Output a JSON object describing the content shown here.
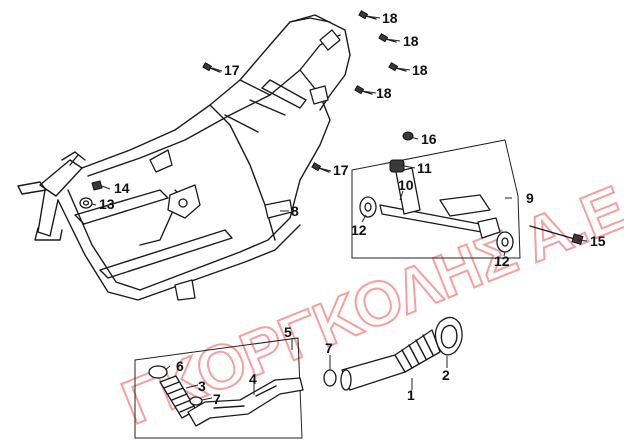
{
  "watermark": {
    "text": "ΓΚΟΡΓΚΟΛΗΣ Α.Ε.",
    "color": "#f04040"
  },
  "callouts": {
    "c1": "1",
    "c2": "2",
    "c3": "3",
    "c4": "4",
    "c5": "5",
    "c6": "6",
    "c7a": "7",
    "c7b": "7",
    "c8": "8",
    "c9": "9",
    "c10": "10",
    "c11": "11",
    "c12a": "12",
    "c12b": "12",
    "c13": "13",
    "c14": "14",
    "c15": "15",
    "c16": "16",
    "c17a": "17",
    "c17b": "17",
    "c18a": "18",
    "c18b": "18",
    "c18c": "18",
    "c18d": "18"
  },
  "colors": {
    "line": "#1a1a1a",
    "background": "#ffffff"
  }
}
